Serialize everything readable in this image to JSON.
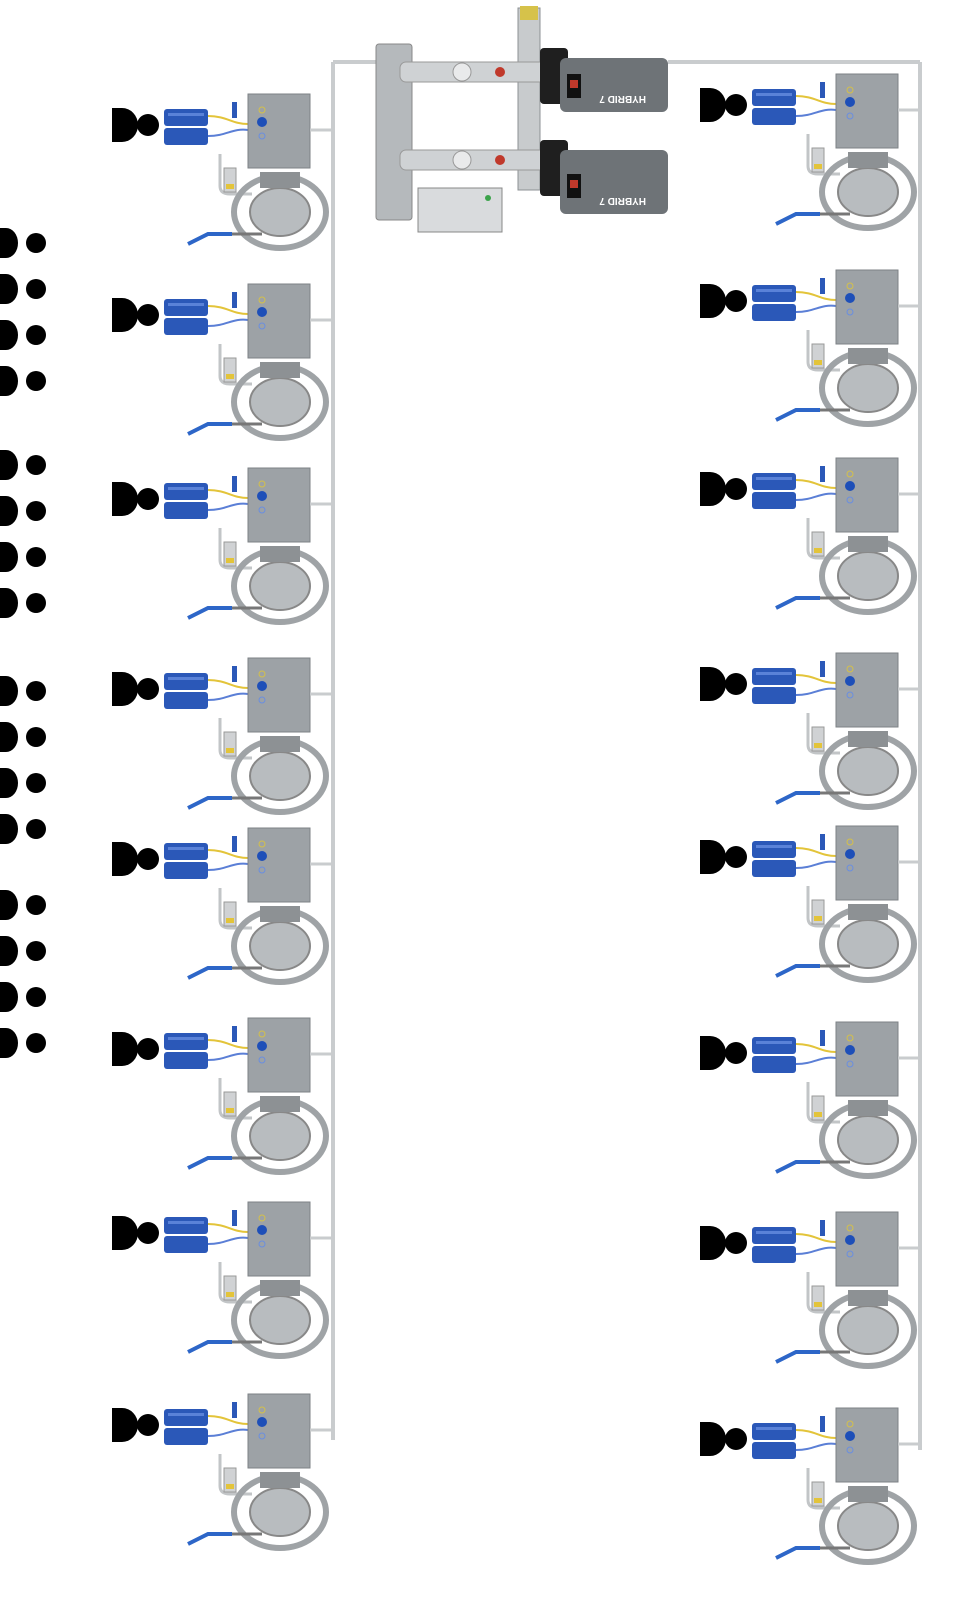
{
  "pump_unit": {
    "motor_label_top": "HYBRID 7",
    "motor_label_bottom": "HYBRID 7",
    "motor_color": "#6e7377",
    "pipe_color": "#cfd2d4"
  },
  "stations_per_side": 8,
  "station_colors": {
    "cabinet": "#9da2a6",
    "blue_unit": "#2b58b8",
    "reel": "#b8bcbf",
    "gun": "#2d66c8",
    "hose_yellow": "#e3c43a",
    "hose_blue": "#5b7fd6"
  },
  "legend_groups": 4,
  "legend_icons_per_group": 4,
  "icon_color": "#000000"
}
